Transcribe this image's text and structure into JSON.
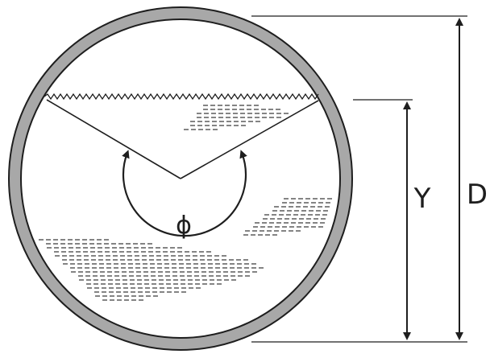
{
  "labels": {
    "angle": "ϕ",
    "depth": "Y",
    "diameter": "D"
  },
  "colors": {
    "pipe_wall": "#a8a8a8",
    "line": "#1e1e1e",
    "background": "#ffffff"
  }
}
